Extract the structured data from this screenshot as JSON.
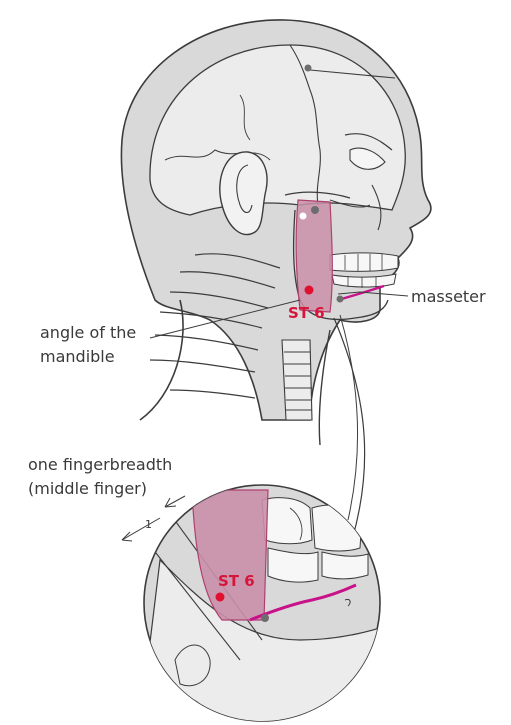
{
  "labels": {
    "masseter": "masseter",
    "angle_line1": "angle of the",
    "angle_line2": "mandible",
    "finger_line1": "one fingerbreadth",
    "finger_line2": "(middle finger)",
    "measure": "1",
    "point_main": "ST 6",
    "point_detail": "ST 6"
  },
  "colors": {
    "skin": "#d9d9d9",
    "bone": "#ececec",
    "outline": "#3c3c3c",
    "muscle": "#c98fa8",
    "muscle_edge": "#b0406e",
    "vessel": "#c8128a",
    "point": "#e0102f"
  }
}
